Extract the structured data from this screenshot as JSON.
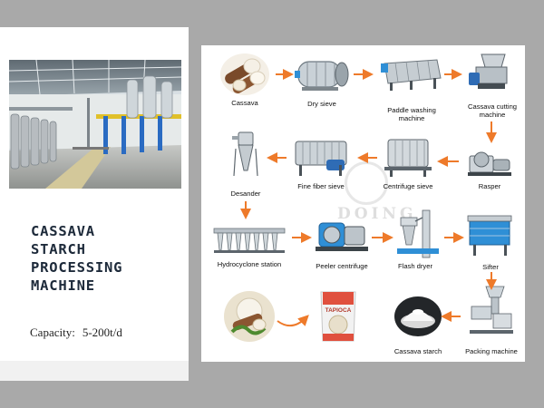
{
  "page": {
    "title_lines": [
      "CASSAVA",
      "STARCH",
      "PROCESSING",
      "MACHINE"
    ],
    "capacity_label": "Capacity:",
    "capacity_value": "5-200t/d"
  },
  "process": {
    "watermark": "DOING",
    "steps": [
      {
        "label": "Cassava",
        "icon": "cassava-roots-icon"
      },
      {
        "label": "Dry sieve",
        "icon": "dry-sieve-drum-icon"
      },
      {
        "label": "Paddle washing machine",
        "icon": "paddle-washer-icon"
      },
      {
        "label": "Cassava cutting machine",
        "icon": "cutting-machine-icon"
      },
      {
        "label": "Rasper",
        "icon": "rasper-icon"
      },
      {
        "label": "Centrifuge sieve",
        "icon": "centrifuge-sieve-icon"
      },
      {
        "label": "Fine fiber sieve",
        "icon": "fine-fiber-sieve-icon"
      },
      {
        "label": "Desander",
        "icon": "desander-cyclone-icon"
      },
      {
        "label": "Hydrocyclone station",
        "icon": "hydrocyclone-station-icon"
      },
      {
        "label": "Peeler centrifuge",
        "icon": "peeler-centrifuge-icon"
      },
      {
        "label": "Flash dryer",
        "icon": "flash-dryer-icon"
      },
      {
        "label": "Sifter",
        "icon": "sifter-icon"
      },
      {
        "label": "Packing machine",
        "icon": "packing-machine-icon"
      },
      {
        "label": "Cassava starch",
        "icon": "starch-powder-icon"
      },
      {
        "label": "",
        "icon": "tapioca-package-icon"
      },
      {
        "label": "",
        "icon": "cassava-products-icon"
      }
    ],
    "package_text": [
      "TAPIOCA"
    ],
    "colors": {
      "arrow": "#ee7a2a",
      "machine_blue": "#2f8fd6",
      "steel": "#b9c1c8"
    }
  }
}
